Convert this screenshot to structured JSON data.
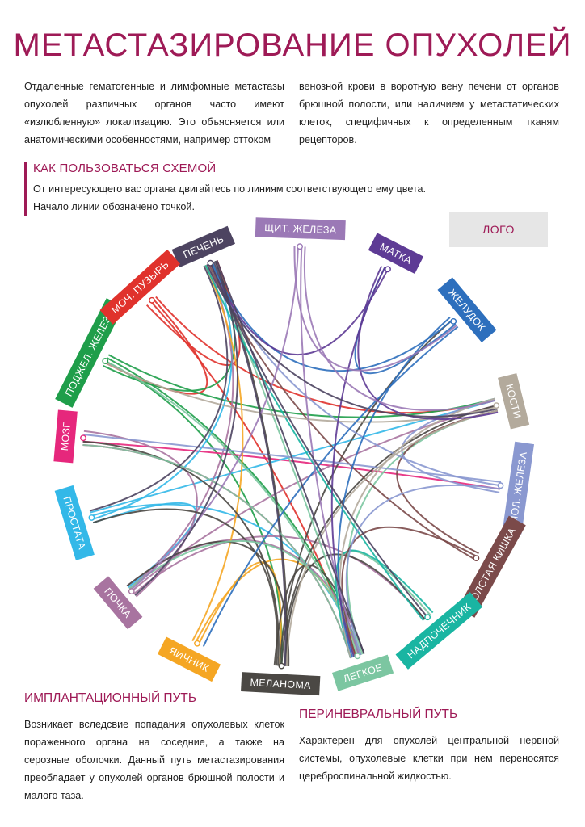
{
  "title": "МЕТАСТАЗИРОВАНИЕ ОПУХОЛЕЙ",
  "intro": {
    "left": "Отдаленные гематогенные и лимфомные метастазы опухолей различных органов часто имеют «излюбленную» локализацию. Это объясняется или анатомическими особенностями, например оттоком",
    "right": "венозной крови в воротную вену печени от органов брюшной полости, или наличием у метастатических клеток, специфичных к определенным тканям рецепторов."
  },
  "howto": {
    "heading": "КАК ПОЛЬЗОВАТЬСЯ СХЕМОЙ",
    "line1": "От интересующего вас органа двигайтесь по линиям  соответствующего ему цвета.",
    "line2": "Начало линии обозначено точкой."
  },
  "logo": "ЛОГО",
  "organs": [
    {
      "id": "liver",
      "label": "ПЕЧЕНЬ",
      "color": "#4d4461",
      "angle": 337
    },
    {
      "id": "thyroid",
      "label": "ЩИТ. ЖЕЛЕЗА",
      "color": "#9b79b6",
      "angle": 2
    },
    {
      "id": "uterus",
      "label": "МАТКА",
      "color": "#5e3b95",
      "angle": 27
    },
    {
      "id": "stomach",
      "label": "ЖЕЛУДОК",
      "color": "#2d6fbd",
      "angle": 50
    },
    {
      "id": "bones",
      "label": "КОСТИ",
      "color": "#b3aa9c",
      "angle": 76
    },
    {
      "id": "breast",
      "label": "МОЛ. ЖЕЛЕЗА",
      "color": "#8a98d0",
      "angle": 98
    },
    {
      "id": "colon",
      "label": "ТОЛСТАЯ КИШКА",
      "color": "#7b4a4a",
      "angle": 119
    },
    {
      "id": "adrenal",
      "label": "НАДПОЧЕЧНИК",
      "color": "#1ab5a2",
      "angle": 140
    },
    {
      "id": "lung",
      "label": "ЛЕГКОЕ",
      "color": "#7cc6a1",
      "angle": 162
    },
    {
      "id": "melanoma",
      "label": "МЕЛАНОМА",
      "color": "#4b4844",
      "angle": 183
    },
    {
      "id": "ovary",
      "label": "ЯИЧНИК",
      "color": "#f5a623",
      "angle": 207
    },
    {
      "id": "kidney",
      "label": "ПОЧКА",
      "color": "#a874a0",
      "angle": 230
    },
    {
      "id": "prostate",
      "label": "ПРОСТАТА",
      "color": "#33b8e8",
      "angle": 253
    },
    {
      "id": "brain",
      "label": "МОЗГ",
      "color": "#e6277c",
      "angle": 275
    },
    {
      "id": "pancreas",
      "label": "ПОДЖЕЛ. ЖЕЛЕЗА",
      "color": "#1f9e4a",
      "angle": 297
    },
    {
      "id": "bladder",
      "label": "МОЧ. ПУЗЫРЬ",
      "color": "#e0322c",
      "angle": 318
    }
  ],
  "links": [
    {
      "from": "bladder",
      "to": "liver"
    },
    {
      "from": "bladder",
      "to": "bones"
    },
    {
      "from": "bladder",
      "to": "pancreas"
    },
    {
      "from": "bladder",
      "to": "lung"
    },
    {
      "from": "pancreas",
      "to": "liver"
    },
    {
      "from": "pancreas",
      "to": "bones"
    },
    {
      "from": "pancreas",
      "to": "lung"
    },
    {
      "from": "pancreas",
      "to": "melanoma"
    },
    {
      "from": "brain",
      "to": "breast"
    },
    {
      "from": "brain",
      "to": "lung"
    },
    {
      "from": "prostate",
      "to": "bones"
    },
    {
      "from": "prostate",
      "to": "lung"
    },
    {
      "from": "prostate",
      "to": "liver"
    },
    {
      "from": "prostate",
      "to": "kidney"
    },
    {
      "from": "kidney",
      "to": "lung"
    },
    {
      "from": "kidney",
      "to": "liver"
    },
    {
      "from": "kidney",
      "to": "bones"
    },
    {
      "from": "kidney",
      "to": "adrenal"
    },
    {
      "from": "kidney",
      "to": "brain"
    },
    {
      "from": "ovary",
      "to": "liver"
    },
    {
      "from": "ovary",
      "to": "lung"
    },
    {
      "from": "ovary",
      "to": "melanoma"
    },
    {
      "from": "melanoma",
      "to": "liver"
    },
    {
      "from": "melanoma",
      "to": "lung"
    },
    {
      "from": "melanoma",
      "to": "brain"
    },
    {
      "from": "melanoma",
      "to": "bones"
    },
    {
      "from": "melanoma",
      "to": "adrenal"
    },
    {
      "from": "melanoma",
      "to": "kidney"
    },
    {
      "from": "melanoma",
      "to": "prostate"
    },
    {
      "from": "melanoma",
      "to": "stomach"
    },
    {
      "from": "lung",
      "to": "liver"
    },
    {
      "from": "lung",
      "to": "bones"
    },
    {
      "from": "lung",
      "to": "brain"
    },
    {
      "from": "lung",
      "to": "adrenal"
    },
    {
      "from": "lung",
      "to": "pancreas"
    },
    {
      "from": "lung",
      "to": "kidney"
    },
    {
      "from": "adrenal",
      "to": "lung"
    },
    {
      "from": "adrenal",
      "to": "liver"
    },
    {
      "from": "colon",
      "to": "liver"
    },
    {
      "from": "colon",
      "to": "lung"
    },
    {
      "from": "colon",
      "to": "bones"
    },
    {
      "from": "breast",
      "to": "bones"
    },
    {
      "from": "breast",
      "to": "lung"
    },
    {
      "from": "breast",
      "to": "liver"
    },
    {
      "from": "breast",
      "to": "brain"
    },
    {
      "from": "bones",
      "to": "lung"
    },
    {
      "from": "bones",
      "to": "melanoma"
    },
    {
      "from": "bones",
      "to": "pancreas"
    },
    {
      "from": "stomach",
      "to": "liver"
    },
    {
      "from": "stomach",
      "to": "lung"
    },
    {
      "from": "stomach",
      "to": "ovary"
    },
    {
      "from": "stomach",
      "to": "uterus"
    },
    {
      "from": "uterus",
      "to": "liver"
    },
    {
      "from": "uterus",
      "to": "lung"
    },
    {
      "from": "uterus",
      "to": "bones"
    },
    {
      "from": "thyroid",
      "to": "bones"
    },
    {
      "from": "thyroid",
      "to": "lung"
    },
    {
      "from": "thyroid",
      "to": "kidney"
    },
    {
      "from": "thyroid",
      "to": "stomach"
    },
    {
      "from": "liver",
      "to": "lung"
    },
    {
      "from": "liver",
      "to": "melanoma"
    },
    {
      "from": "liver",
      "to": "adrenal"
    },
    {
      "from": "liver",
      "to": "bones"
    },
    {
      "from": "liver",
      "to": "prostate"
    },
    {
      "from": "liver",
      "to": "kidney"
    }
  ],
  "implantation": {
    "heading": "ИМПЛАНТАЦИОННЫЙ ПУТЬ",
    "text": "Возникает вследсвие попадания опухолевых клеток пораженного органа на соседние, а также на серозные оболочки. Данный путь метастазирования преобладает у опухолей органов брюшной полости и малого таза."
  },
  "perineural": {
    "heading": "ПЕРИНЕВРАЛЬНЫЙ ПУТЬ",
    "text": "Характерен для опухолей центральной нервной системы, опухолевые клетки при нем переносятся цереброспинальной жидкостью."
  }
}
